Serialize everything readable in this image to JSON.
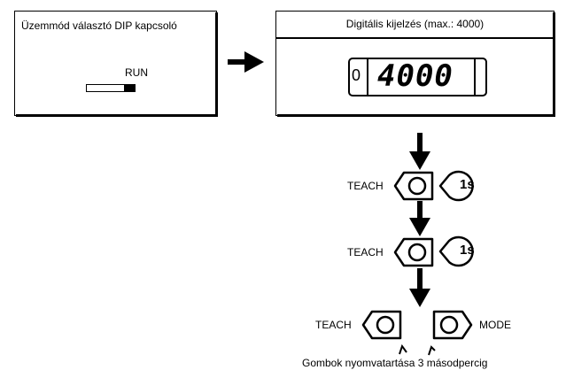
{
  "dip": {
    "title": "Üzemmód választó DIP kapcsoló",
    "run_label": "RUN"
  },
  "display": {
    "title": "Digitális kijelzés (max.: 4000)",
    "left_digit": "0",
    "value": "4000"
  },
  "steps": [
    {
      "label": "TEACH",
      "hold": "1s"
    },
    {
      "label": "TEACH",
      "hold": "1s"
    }
  ],
  "final": {
    "teach_label": "TEACH",
    "mode_label": "MODE",
    "caption": "Gombok nyomvatartása 3 másodpercig"
  },
  "icons": [
    "button-icon",
    "hold-1s-icon",
    "arrow-down-icon",
    "arrow-right-icon",
    "press-mark-icon"
  ]
}
